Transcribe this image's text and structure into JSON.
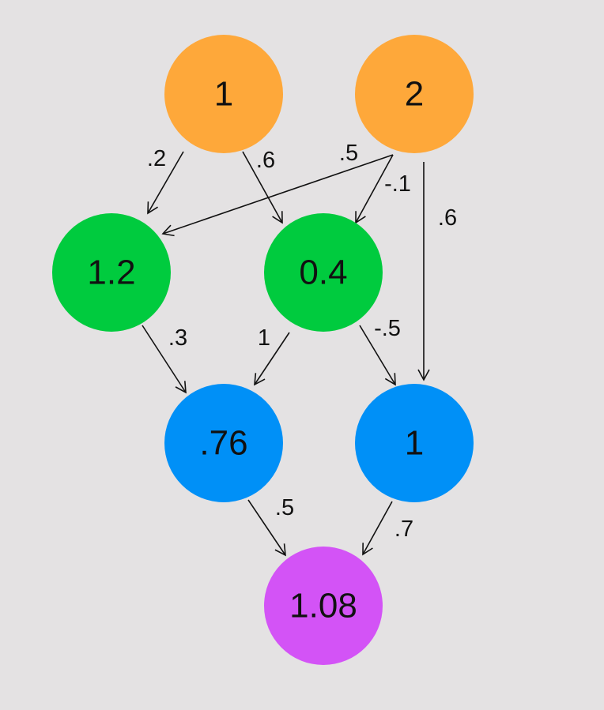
{
  "colors": {
    "background": "#e4e2e3",
    "input": "#fea83a",
    "hidden1": "#00cb3e",
    "hidden2": "#0090f7",
    "output": "#d353f6",
    "line": "#111111"
  },
  "nodes": [
    {
      "id": "in1",
      "layer": "input",
      "label": "1"
    },
    {
      "id": "in2",
      "layer": "input",
      "label": "2"
    },
    {
      "id": "h1a",
      "layer": "hidden1",
      "label": "1.2"
    },
    {
      "id": "h1b",
      "layer": "hidden1",
      "label": "0.4"
    },
    {
      "id": "h2a",
      "layer": "hidden2",
      "label": ".76"
    },
    {
      "id": "h2b",
      "layer": "hidden2",
      "label": "1"
    },
    {
      "id": "out",
      "layer": "output",
      "label": "1.08"
    }
  ],
  "edges": [
    {
      "id": "in1-h1a",
      "from": "in1",
      "to": "h1a",
      "weight": ".2"
    },
    {
      "id": "in1-h1b",
      "from": "in1",
      "to": "h1b",
      "weight": ".6"
    },
    {
      "id": "in2-h1a",
      "from": "in2",
      "to": "h1a",
      "weight": ".5"
    },
    {
      "id": "in2-h1b",
      "from": "in2",
      "to": "h1b",
      "weight": "-.1"
    },
    {
      "id": "in2-h2b",
      "from": "in2",
      "to": "h2b",
      "weight": ".6"
    },
    {
      "id": "h1a-h2a",
      "from": "h1a",
      "to": "h2a",
      "weight": ".3"
    },
    {
      "id": "h1b-h2a",
      "from": "h1b",
      "to": "h2a",
      "weight": "1"
    },
    {
      "id": "h1b-h2b",
      "from": "h1b",
      "to": "h2b",
      "weight": "-.5"
    },
    {
      "id": "h2a-out",
      "from": "h2a",
      "to": "out",
      "weight": ".5"
    },
    {
      "id": "h2b-out",
      "from": "h2b",
      "to": "out",
      "weight": ".7"
    }
  ]
}
